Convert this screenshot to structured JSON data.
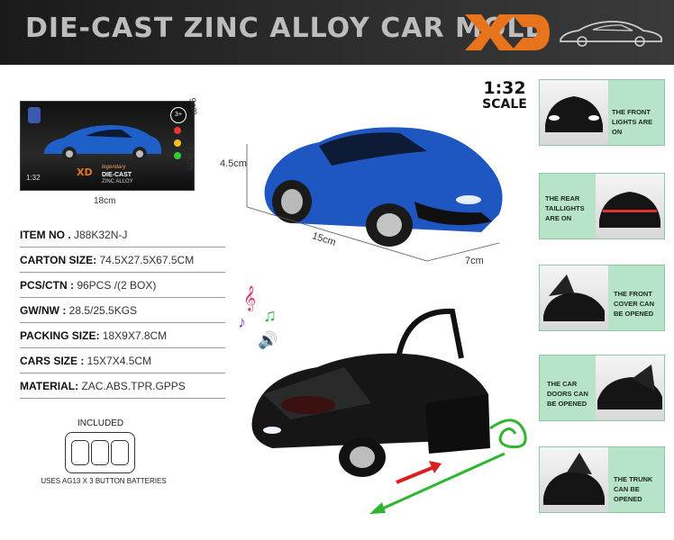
{
  "header": {
    "title": "DIE-CAST ZINC ALLOY CAR MOLD",
    "logo_text": "XD",
    "brand_color": "#e8731d"
  },
  "scale": {
    "ratio": "1:32",
    "word": "SCALE"
  },
  "box_image": {
    "badge": "3+",
    "scale_text": "1:32",
    "line1": "legendary",
    "line2": "DIE-CAST",
    "line3": "ZINC ALLOY",
    "logo": "XD",
    "dim_width": "18cm",
    "dim_height": "7.8cm",
    "dim_depth": "9cm"
  },
  "car_dims": {
    "height": "4.5cm",
    "length": "15cm",
    "width": "7cm"
  },
  "specs": [
    {
      "label": "ITEM NO .",
      "value": " J88K32N-J"
    },
    {
      "label": "CARTON SIZE:",
      "value": " 74.5X27.5X67.5CM"
    },
    {
      "label": "PCS/CTN :",
      "value": " 96PCS /(2 BOX)"
    },
    {
      "label": "GW/NW :",
      "value": " 28.5/25.5KGS"
    },
    {
      "label": "PACKING SIZE:",
      "value": " 18X9X7.8CM"
    },
    {
      "label": "CARS SIZE :",
      "value": " 15X7X4.5CM"
    },
    {
      "label": "MATERIAL:",
      "value": "  ZAC.ABS.TPR.GPPS"
    }
  ],
  "battery": {
    "included": "INCLUDED",
    "note": "USES AG13 X 3 BUTTON BATTERIES"
  },
  "features": [
    {
      "text": "THE FRONT LIGHTS ARE ON",
      "side": "right"
    },
    {
      "text": "THE REAR TAILLIGHTS ARE ON",
      "side": "left"
    },
    {
      "text": "THE FRONT COVER CAN BE OPENED",
      "side": "right"
    },
    {
      "text": "THE CAR DOORS CAN BE OPENED",
      "side": "left"
    },
    {
      "text": "THE TRUNK CAN BE OPENED",
      "side": "right"
    }
  ]
}
